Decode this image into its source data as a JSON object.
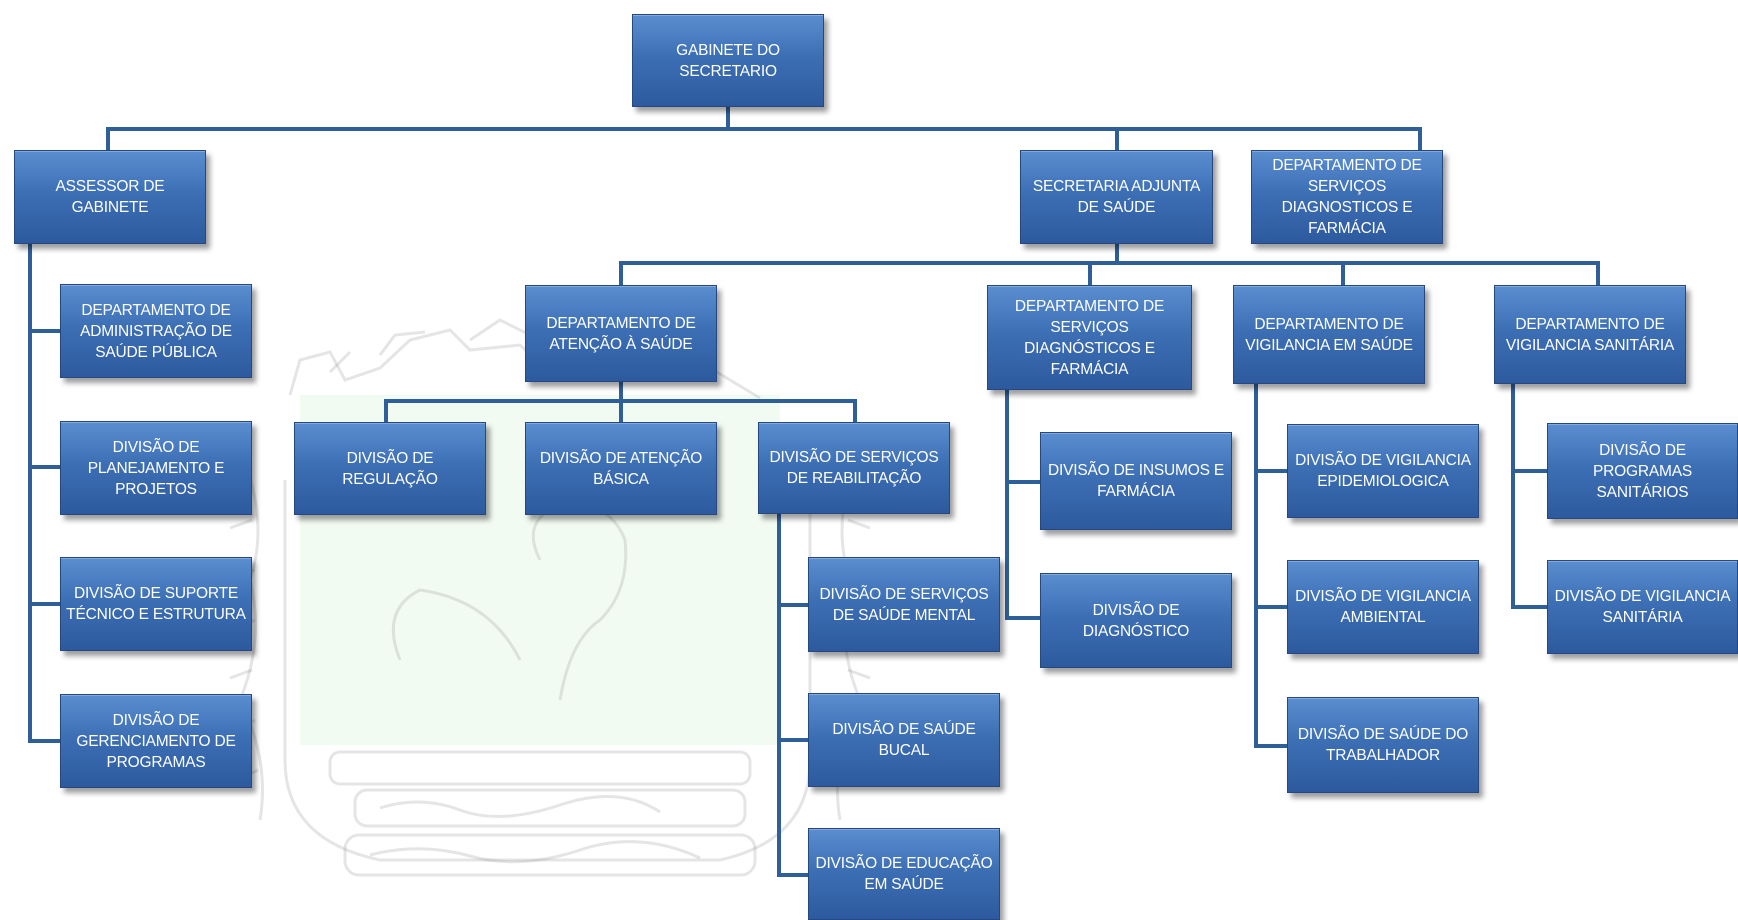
{
  "colors": {
    "box": "#3d6fb5",
    "connector": "#2f5f99",
    "text": "#ffffff",
    "watermark": "#8a8a8a",
    "watermark_field": "#7bd67b"
  },
  "watermark": {
    "description_icon": "municipal-coat-of-arms-watermark"
  },
  "nodes": {
    "gabinete": "GABINETE DO SECRETARIO",
    "assessor": "ASSESSOR DE GABINETE",
    "secretaria_adjunta": "SECRETARIA ADJUNTA DE SAÚDE",
    "dep_diag_farm_top": "DEPARTAMENTO DE SERVIÇOS DIAGNOSTICOS E FARMÁCIA",
    "dep_adm": "DEPARTAMENTO DE ADMINISTRAÇÃO DE SAÚDE PÚBLICA",
    "div_planejamento": "DIVISÃO DE PLANEJAMENTO E PROJETOS",
    "div_suporte": "DIVISÃO DE SUPORTE TÉCNICO E ESTRUTURA",
    "div_gerenciamento": "DIVISÃO DE GERENCIAMENTO DE PROGRAMAS",
    "dep_atencao": "DEPARTAMENTO DE ATENÇÃO À SAÚDE",
    "dep_diag_farm": "DEPARTAMENTO DE SERVIÇOS DIAGNÓSTICOS E FARMÁCIA",
    "dep_vig_saude": "DEPARTAMENTO DE VIGILANCIA EM SAÚDE",
    "dep_vig_sanitaria": "DEPARTAMENTO DE VIGILANCIA SANITÁRIA",
    "div_regulacao": "DIVISÃO DE REGULAÇÃO",
    "div_atencao_basica": "DIVISÃO DE ATENÇÃO BÁSICA",
    "div_reabilitacao": "DIVISÃO DE SERVIÇOS DE REABILITAÇÃO",
    "div_saude_mental": "DIVISÃO DE SERVIÇOS DE SAÚDE MENTAL",
    "div_saude_bucal": "DIVISÃO DE SAÚDE BUCAL",
    "div_educacao": "DIVISÃO DE EDUCAÇÃO EM SAÚDE",
    "div_insumos": "DIVISÃO DE INSUMOS E FARMÁCIA",
    "div_diagnostico": "DIVISÃO DE DIAGNÓSTICO",
    "div_vig_epidem": "DIVISÃO DE VIGILANCIA EPIDEMIOLOGICA",
    "div_vig_ambiental": "DIVISÃO DE VIGILANCIA AMBIENTAL",
    "div_saude_trab": "DIVISÃO DE SAÚDE DO TRABALHADOR",
    "div_prog_sanitarios": "DIVISÃO DE PROGRAMAS SANITÁRIOS",
    "div_vig_sanitaria": "DIVISÃO DE VIGILANCIA SANITÁRIA"
  }
}
